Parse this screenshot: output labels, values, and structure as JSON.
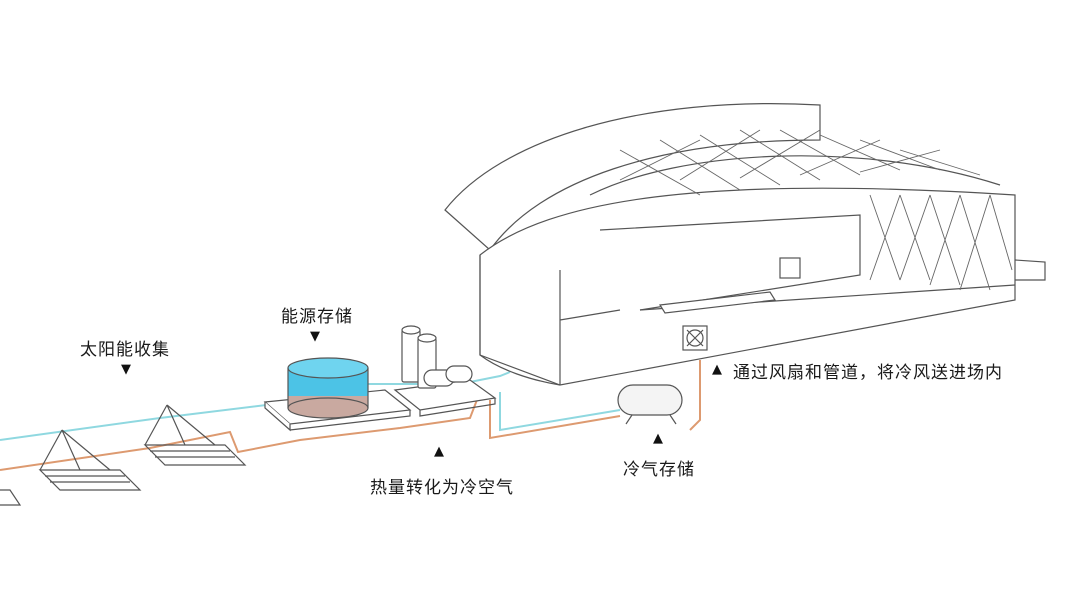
{
  "diagram": {
    "title": "",
    "labels": {
      "solar_collection": "太阳能收集",
      "energy_storage": "能源存储",
      "heat_to_cold_air": "热量转化为冷空气",
      "cold_storage": "冷气存储",
      "fan_duct": "通过风扇和管道，将冷风送进场内"
    },
    "markers": {
      "down": "▼",
      "up": "▲"
    },
    "colors": {
      "cold_pipe": "#7fd3dd",
      "hot_pipe": "#d9936a",
      "water": "#4cc3e6",
      "line": "#555555"
    }
  }
}
